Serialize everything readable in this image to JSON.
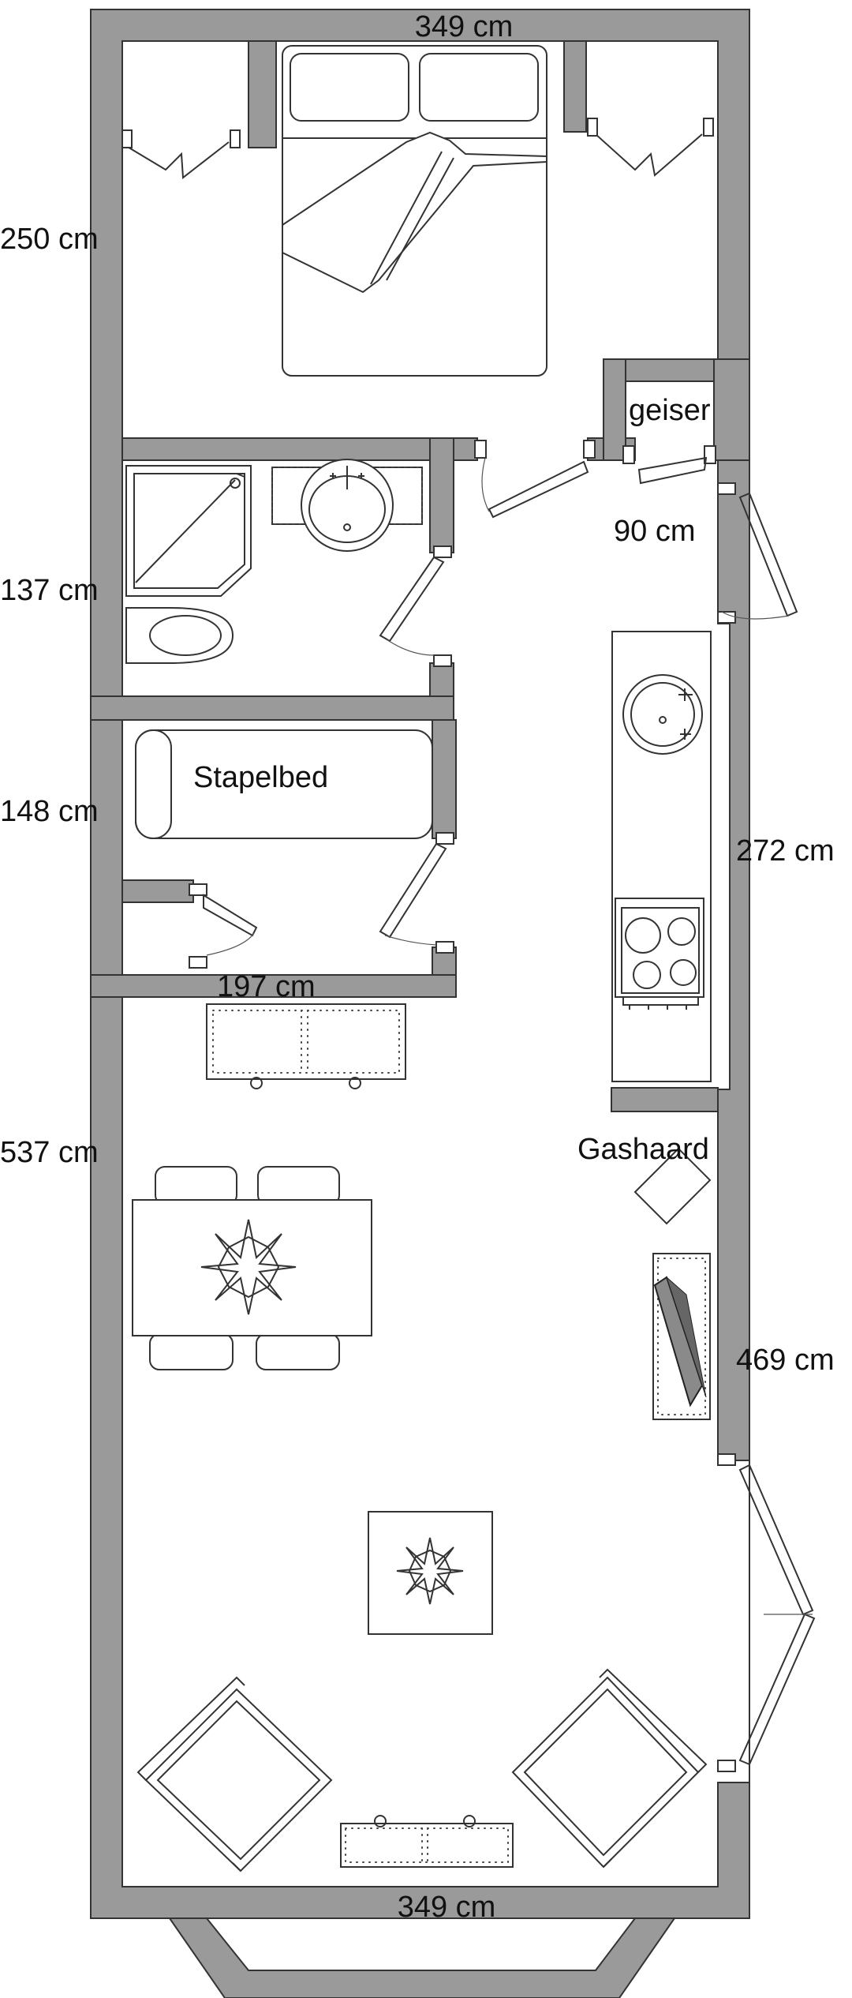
{
  "plan": {
    "dimensions": {
      "top_width": "349 cm",
      "bottom_width": "349 cm",
      "bedroom_depth": "250 cm",
      "bathroom_depth": "137 cm",
      "bunk_room_depth": "148 cm",
      "bunk_room_width": "197 cm",
      "living_depth": "537 cm",
      "door_width": "90 cm",
      "kitchen_length": "272 cm",
      "living_right_length": "469 cm"
    },
    "labels": {
      "water_heater": "geiser",
      "bunk_bed": "Stapelbed",
      "gas_heater": "Gashaard"
    }
  }
}
